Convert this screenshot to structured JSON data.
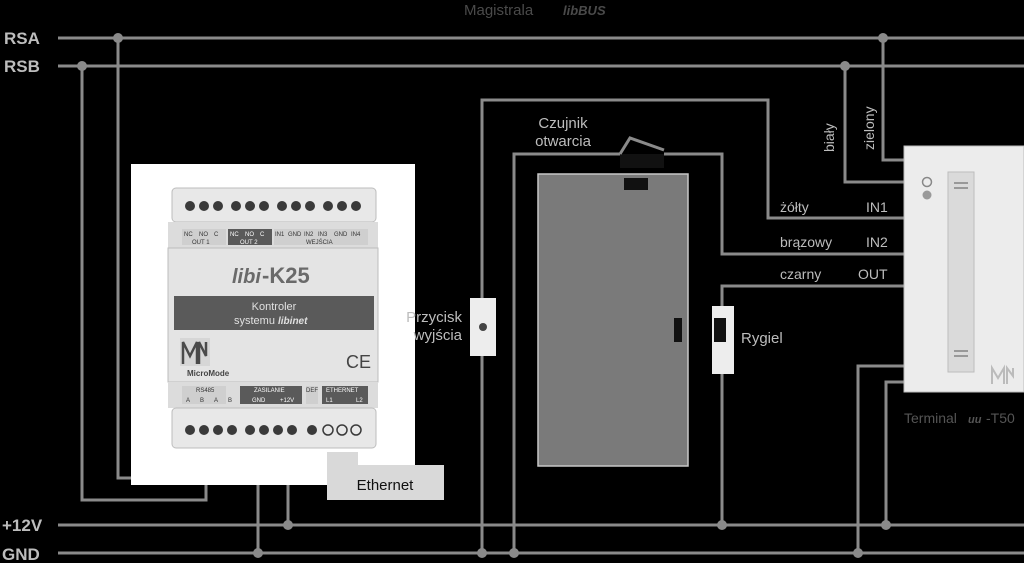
{
  "bus": {
    "title": "Magistrala",
    "title_logo": "libBUS",
    "rsa": "RSA",
    "rsb": "RSB",
    "v12": "+12V",
    "gnd": "GND"
  },
  "controller": {
    "logo": "libi",
    "model": "-K25",
    "desc_line1": "Kontroler",
    "desc_line2": "systemu",
    "desc_logo": "libinet",
    "brand": "MicroMode",
    "ce": "CE",
    "top_labels": [
      "NC",
      "NO",
      "C",
      "NC",
      "NO",
      "C",
      "IN1",
      "GND",
      "IN2",
      "IN3",
      "GND",
      "IN4"
    ],
    "out1": "OUT 1",
    "out2": "OUT 2",
    "inputs": "WEJŚCIA",
    "rs485": "RS485",
    "power": "ZASILANIE",
    "def": "DEF",
    "ethernet_port": "ETHERNET",
    "bottom_labels": [
      "A",
      "B",
      "A",
      "B",
      "GND",
      "+12V",
      "L1",
      "L2"
    ]
  },
  "ethernet_label": "Ethernet",
  "sensor": {
    "line1": "Czujnik",
    "line2": "otwarcia"
  },
  "exit_button": {
    "line1": "Przycisk",
    "line2": "wyjścia"
  },
  "lock": "Rygiel",
  "wires": {
    "yellow": "żółty",
    "brown": "brązowy",
    "black": "czarny",
    "white": "biały",
    "green": "zielony"
  },
  "terminal_pins": {
    "in1": "IN1",
    "in2": "IN2",
    "out": "OUT"
  },
  "terminal": {
    "prefix": "Terminal",
    "logo": "uu",
    "suffix": "-T50"
  },
  "colors": {
    "background": "#000000",
    "wire": "#8a8a8a",
    "label": "#bdbdbd",
    "device_light": "#e6e6e6",
    "panel_dark": "#5a5a5a"
  }
}
